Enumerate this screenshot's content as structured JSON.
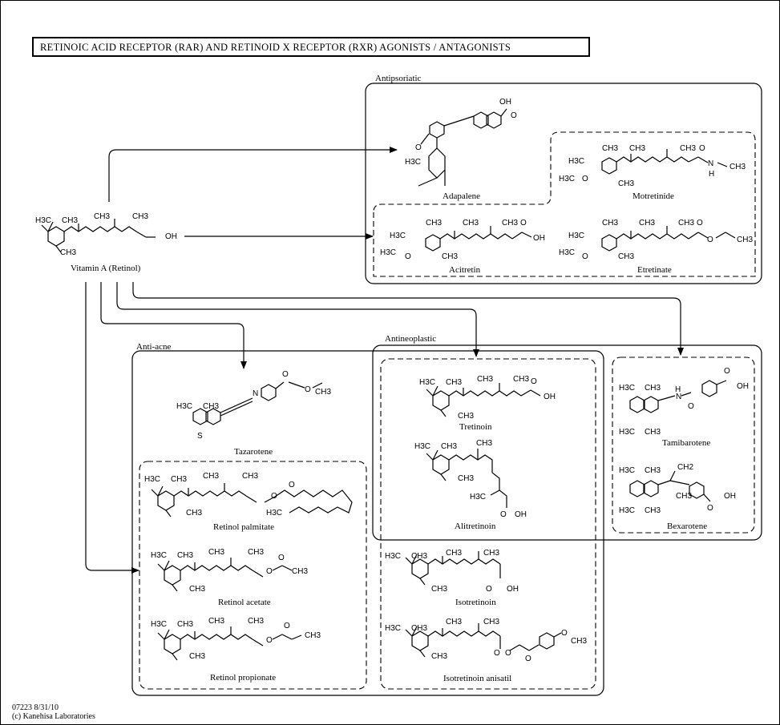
{
  "title": "RETINOIC  ACID  RECEPTOR  (RAR)  AND  RETINOID  X  RECEPTOR  (RXR)  AGONISTS / ANTAGONISTS",
  "source": {
    "name": "Vitamin A (Retinol)"
  },
  "groups": {
    "antipsoriatic": "Antipsoriatic",
    "anti_acne": "Anti-acne",
    "antineoplastic": "Antineoplastic"
  },
  "compounds": {
    "adapalene": "Adapalene",
    "motretinide": "Motretinide",
    "acitretin": "Acitretin",
    "etretinate": "Etretinate",
    "tazarotene": "Tazarotene",
    "retinol_palmitate": "Retinol palmitate",
    "retinol_acetate": "Retinol acetate",
    "retinol_propionate": "Retinol propionate",
    "tretinoin": "Tretinoin",
    "alitretinoin": "Alitretinoin",
    "isotretinoin": "Isotretinoin",
    "isotretinoin_anisatil": "Isotretinoin anisatil",
    "tamibarotene": "Tamibarotene",
    "bexarotene": "Bexarotene"
  },
  "atom_labels": {
    "oh": "OH",
    "o": "O",
    "n": "N",
    "s": "S",
    "h": "H",
    "ch3": "CH3",
    "h3c": "H3C",
    "ch2": "CH2"
  },
  "footer": {
    "id_date": "07223 8/31/10",
    "copyright": "(c) Kanehisa Laboratories"
  }
}
